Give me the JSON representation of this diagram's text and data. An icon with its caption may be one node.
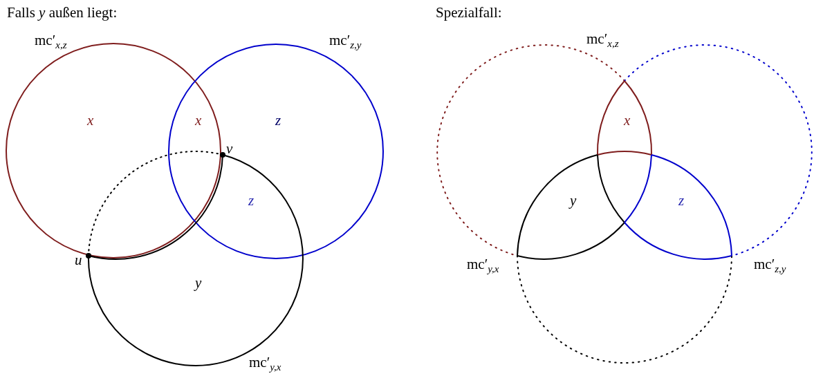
{
  "diagram": {
    "labels": [
      "Falls *y* außen liegt:",
      "mc′$_{x,z}$",
      "mc′$_{z,y}$",
      "x",
      "x",
      "z",
      "v",
      "z",
      "u",
      "y",
      "mc′$_{y,x}$",
      "Spezialfall:",
      "mc′$_{x,z}$",
      "x",
      "y",
      "z",
      "mc′$_{y,x}$",
      "mc′$_{z,y}$"
    ]
  }
}
